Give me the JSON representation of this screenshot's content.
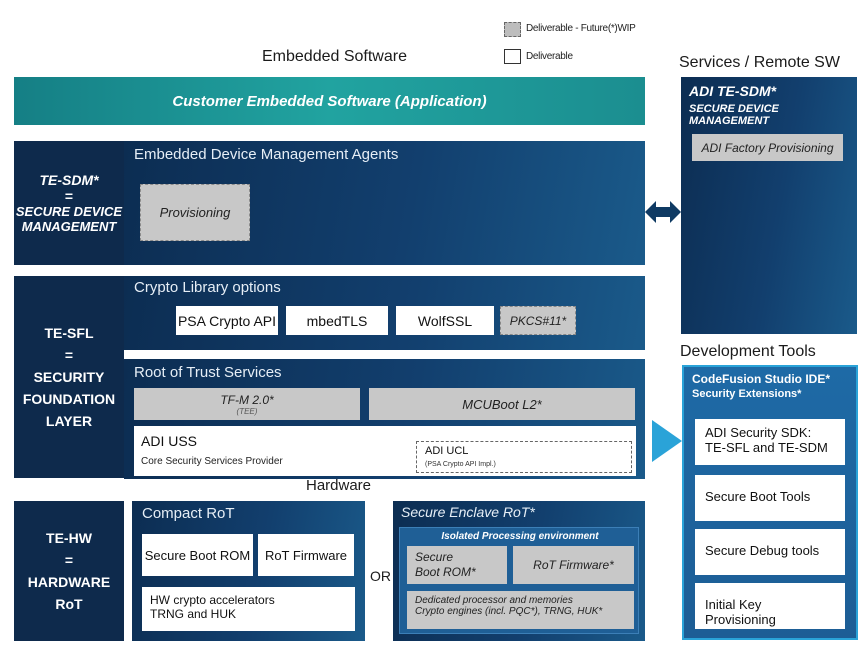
{
  "legend": {
    "future_label": "Deliverable - Future(*)WIP",
    "deliverable_label": "Deliverable"
  },
  "headings": {
    "embedded_software": "Embedded Software",
    "services": "Services / Remote SW",
    "development_tools": "Development Tools",
    "hardware": "Hardware",
    "or": "OR"
  },
  "customer_app": "Customer Embedded Software (Application)",
  "te_sdm": {
    "side_line1": "TE-SDM*",
    "side_line2": "=",
    "side_line3": "SECURE DEVICE",
    "side_line4": "MANAGEMENT",
    "agents_title": "Embedded Device Management Agents",
    "provisioning": "Provisioning"
  },
  "services_panel": {
    "title": "ADI TE-SDM*",
    "subtitle": "SECURE DEVICE MANAGEMENT",
    "factory": "ADI Factory Provisioning"
  },
  "te_sfl": {
    "side_line1": "TE-SFL",
    "side_line2": "=",
    "side_line3": "SECURITY",
    "side_line4": "FOUNDATION",
    "side_line5": "LAYER",
    "crypto_title": "Crypto Library options",
    "crypto_options": [
      "PSA Crypto API",
      "mbedTLS",
      "WolfSSL",
      "PKCS#11*"
    ],
    "rot_title": "Root of Trust Services",
    "tfm": "TF-M 2.0*",
    "tfm_sub": "(TEE)",
    "mcuboot": "MCUBoot L2*",
    "uss": "ADI USS",
    "uss_sub": "Core Security Services Provider",
    "ucl": "ADI UCL",
    "ucl_sub": "(PSA Crypto API Impl.)"
  },
  "dev_tools": {
    "title": "CodeFusion Studio IDE*",
    "subtitle": "Security Extensions*",
    "items": [
      [
        "ADI Security SDK:",
        "TE-SFL and TE-SDM"
      ],
      [
        "Secure Boot Tools"
      ],
      [
        "Secure Debug tools"
      ],
      [
        "Initial Key Provisioning"
      ]
    ]
  },
  "te_hw": {
    "side_line1": "TE-HW",
    "side_line2": "=",
    "side_line3": "HARDWARE",
    "side_line4": "RoT",
    "compact_title": "Compact RoT",
    "secure_boot_rom": "Secure Boot ROM",
    "rot_firmware": "RoT Firmware",
    "hw_crypto_line1": "HW crypto accelerators",
    "hw_crypto_line2": "TRNG and HUK",
    "enclave_title": "Secure Enclave RoT*",
    "isolated_env": "Isolated Processing environment",
    "enclave_boot_line1": "Secure",
    "enclave_boot_line2": "Boot ROM*",
    "enclave_rot_fw": "RoT Firmware*",
    "dedicated_line1": "Dedicated processor and memories",
    "dedicated_line2": "Crypto engines (incl. PQC*), TRNG, HUK*"
  },
  "colors": {
    "navy": "#0e2a4c",
    "teal": "#1b9a99",
    "accent_blue": "#2aa3d8",
    "gray_box": "#c8c8c8"
  }
}
